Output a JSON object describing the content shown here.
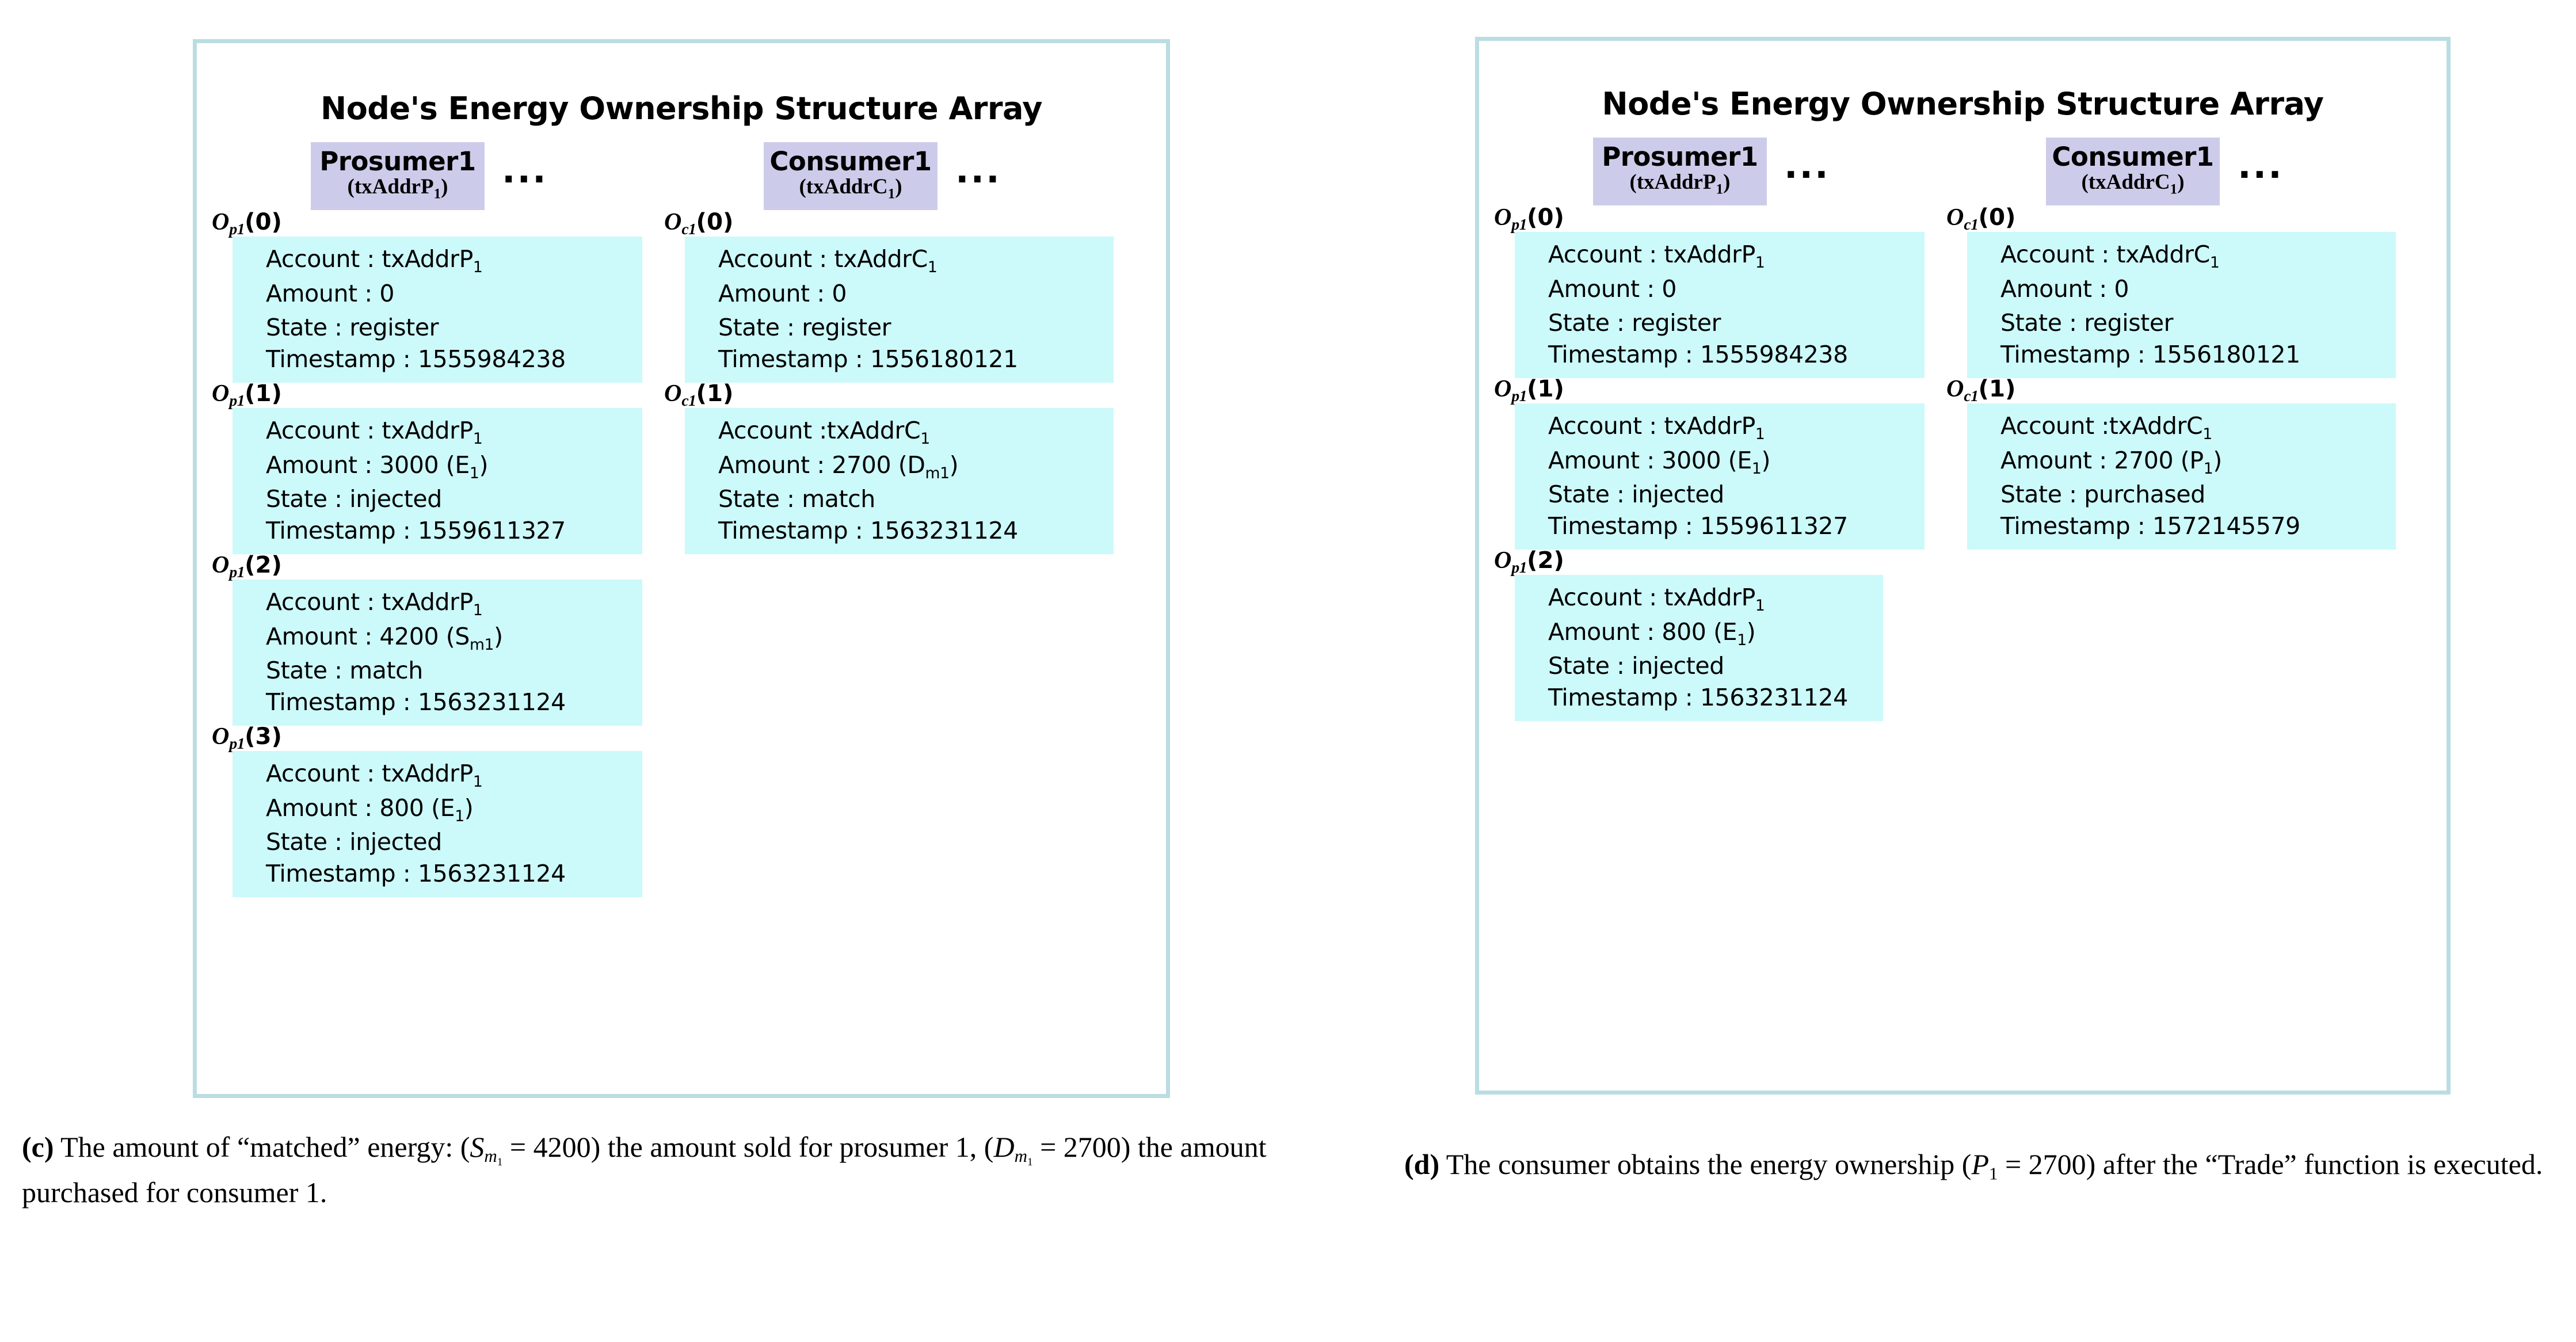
{
  "figure": {
    "panels": [
      {
        "id": "c",
        "title": "Node's Energy Ownership Structure Array",
        "columns": [
          {
            "chip_name": "Prosumer1",
            "chip_addr_text": "(txAddrP",
            "chip_addr_sub": "1",
            "chip_addr_tail": ")",
            "ellipsis": "...",
            "entries": [
              {
                "label_base": "O",
                "label_sub": "p1",
                "label_index": "(0)",
                "account_label": "Account : txAddrP",
                "account_sub": "1",
                "amount_label": "Amount : 0",
                "amount_unit": "",
                "amount_unit_sub": "",
                "amount_unit_tail": "",
                "state_label": "State : register",
                "timestamp_label": "Timestamp : 1555984238"
              },
              {
                "label_base": "O",
                "label_sub": "p1",
                "label_index": "(1)",
                "account_label": "Account : txAddrP",
                "account_sub": "1",
                "amount_label": "Amount : 3000 (E",
                "amount_unit": "",
                "amount_unit_sub": "1",
                "amount_unit_tail": ")",
                "state_label": "State : injected",
                "timestamp_label": "Timestamp : 1559611327"
              },
              {
                "label_base": "O",
                "label_sub": "p1",
                "label_index": "(2)",
                "account_label": "Account : txAddrP",
                "account_sub": "1",
                "amount_label": "Amount : 4200 (S",
                "amount_unit": "",
                "amount_unit_sub": "m1",
                "amount_unit_tail": ")",
                "state_label": "State : match",
                "timestamp_label": "Timestamp : 1563231124"
              },
              {
                "label_base": "O",
                "label_sub": "p1",
                "label_index": "(3)",
                "account_label": "Account : txAddrP",
                "account_sub": "1",
                "amount_label": "Amount : 800 (E",
                "amount_unit": "",
                "amount_unit_sub": "1",
                "amount_unit_tail": ")",
                "state_label": "State : injected",
                "timestamp_label": "Timestamp : 1563231124"
              }
            ]
          },
          {
            "chip_name": "Consumer1",
            "chip_addr_text": "(txAddrC",
            "chip_addr_sub": "1",
            "chip_addr_tail": ")",
            "ellipsis": "...",
            "entries": [
              {
                "label_base": "O",
                "label_sub": "c1",
                "label_index": "(0)",
                "account_label": "Account : txAddrC",
                "account_sub": "1",
                "amount_label": "Amount : 0",
                "amount_unit": "",
                "amount_unit_sub": "",
                "amount_unit_tail": "",
                "state_label": "State : register",
                "timestamp_label": "Timestamp : 1556180121"
              },
              {
                "label_base": "O",
                "label_sub": "c1",
                "label_index": "(1)",
                "account_label": "Account :txAddrC",
                "account_sub": "1",
                "amount_label": "Amount : 2700 (D",
                "amount_unit": "",
                "amount_unit_sub": "m1",
                "amount_unit_tail": ")",
                "state_label": "State : match",
                "timestamp_label": "Timestamp : 1563231124"
              }
            ]
          }
        ]
      },
      {
        "id": "d",
        "title": "Node's Energy Ownership Structure Array",
        "columns": [
          {
            "chip_name": "Prosumer1",
            "chip_addr_text": "(txAddrP",
            "chip_addr_sub": "1",
            "chip_addr_tail": ")",
            "ellipsis": "...",
            "entries": [
              {
                "label_base": "O",
                "label_sub": "p1",
                "label_index": "(0)",
                "account_label": "Account : txAddrP",
                "account_sub": "1",
                "amount_label": "Amount : 0",
                "amount_unit": "",
                "amount_unit_sub": "",
                "amount_unit_tail": "",
                "state_label": "State : register",
                "timestamp_label": "Timestamp : 1555984238"
              },
              {
                "label_base": "O",
                "label_sub": "p1",
                "label_index": "(1)",
                "account_label": "Account : txAddrP",
                "account_sub": "1",
                "amount_label": "Amount : 3000 (E",
                "amount_unit": "",
                "amount_unit_sub": "1",
                "amount_unit_tail": ")",
                "state_label": "State : injected",
                "timestamp_label": "Timestamp : 1559611327"
              },
              {
                "label_base": "O",
                "label_sub": "p1",
                "label_index": "(2)",
                "account_label": "Account : txAddrP",
                "account_sub": "1",
                "amount_label": "Amount : 800 (E",
                "amount_unit": "",
                "amount_unit_sub": "1",
                "amount_unit_tail": ")",
                "state_label": "State : injected",
                "timestamp_label": "Timestamp : 1563231124"
              }
            ]
          },
          {
            "chip_name": "Consumer1",
            "chip_addr_text": "(txAddrC",
            "chip_addr_sub": "1",
            "chip_addr_tail": ")",
            "ellipsis": "...",
            "entries": [
              {
                "label_base": "O",
                "label_sub": "c1",
                "label_index": "(0)",
                "account_label": "Account : txAddrC",
                "account_sub": "1",
                "amount_label": "Amount : 0",
                "amount_unit": "",
                "amount_unit_sub": "",
                "amount_unit_tail": "",
                "state_label": "State : register",
                "timestamp_label": "Timestamp : 1556180121"
              },
              {
                "label_base": "O",
                "label_sub": "c1",
                "label_index": "(1)",
                "account_label": "Account :txAddrC",
                "account_sub": "1",
                "amount_label": "Amount : 2700 (P",
                "amount_unit": "",
                "amount_unit_sub": "1",
                "amount_unit_tail": ")",
                "state_label": "State : purchased",
                "timestamp_label": "Timestamp : 1572145579"
              }
            ]
          }
        ]
      }
    ],
    "captions": {
      "c": {
        "tag": "(c)",
        "line1_a": " The amount of “matched” energy: (",
        "sym1": "S",
        "sym1_sub": "m",
        "sym1_sub2": "1",
        "line1_b": " = 4200) the amount sold for prosumer 1,  (",
        "sym2": "D",
        "sym2_sub": "m",
        "sym2_sub2": "1",
        "line1_c": " = 2700)  the amount purchased for consumer 1."
      },
      "d": {
        "tag": "(d)",
        "line1_a": " The consumer obtains the energy ownership (",
        "sym1": "P",
        "sym1_sub": "1",
        "line1_b": " = 2700) after the “Trade” function is executed."
      }
    }
  },
  "colors": {
    "panel_border": "#b9dde2",
    "chip_bg": "#ccccea",
    "entry_bg": "#ccf9fa",
    "text": "#000000",
    "page_bg": "#ffffff"
  }
}
